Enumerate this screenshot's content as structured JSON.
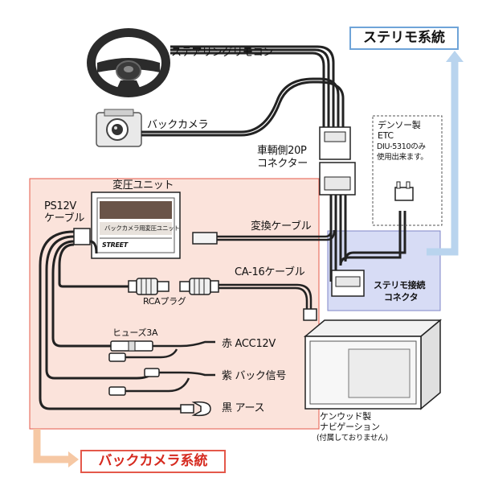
{
  "labels": {
    "steering_remote": "ステアリングリモコン",
    "back_camera": "バックカメラ",
    "vehicle_20p_line1": "車輌側20P",
    "vehicle_20p_line2": "コネクター",
    "denso_line1": "デンソー製",
    "denso_line2": "ETC",
    "denso_line3": "DIU-5310のみ",
    "denso_line4": "使用出来ます。",
    "stereo_system": "ステリモ系統",
    "transformer_unit": "変圧ユニット",
    "transformer_plate_text": "バックカメラ用変圧ユニット",
    "transformer_brand": "STREET",
    "ps12v_line1": "PS12V",
    "ps12v_line2": "ケーブル",
    "conversion_cable": "変換ケーブル",
    "ca16_cable": "CA-16ケーブル",
    "rca_plug": "RCAプラグ",
    "stereo_connector_line1": "ステリモ接続",
    "stereo_connector_line2": "コネクタ",
    "fuse": "ヒューズ3A",
    "red_acc": "赤 ACC12V",
    "purple_back": "紫 バック信号",
    "black_earth": "黒 アース",
    "kenwood_line1": "ケンウッド製",
    "kenwood_line2": "ナビゲーション",
    "kenwood_note": "(付属しておりません)",
    "back_camera_system": "バックカメラ系統"
  },
  "colors": {
    "pink_region": "#fbe3db",
    "pink_border": "#e4584a",
    "blue_region": "#d7dcf5",
    "blue_border": "#7f86c8",
    "blue_arrow": "#b9d4ee",
    "orange_arrow": "#f6c8a4",
    "title_border": "#6fa4d8",
    "wire": "#222222"
  }
}
